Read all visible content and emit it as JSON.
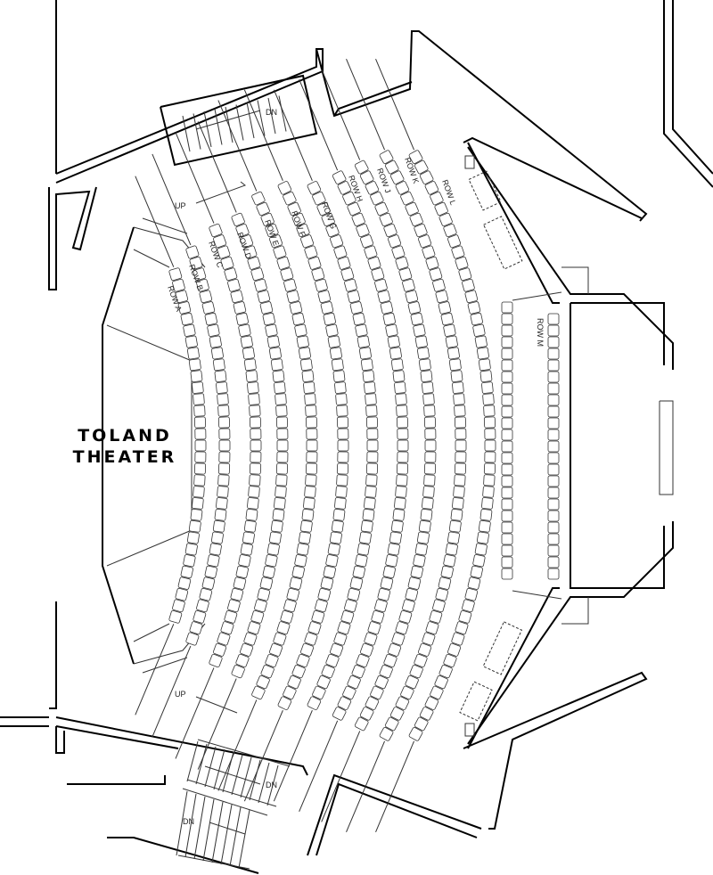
{
  "title": {
    "line1": "TOLAND",
    "line2": "THEATER"
  },
  "rows": [
    {
      "label": "ROW A"
    },
    {
      "label": "ROW B"
    },
    {
      "label": "ROW C"
    },
    {
      "label": "ROW D"
    },
    {
      "label": "ROW E"
    },
    {
      "label": "ROW F"
    },
    {
      "label": "ROW G"
    },
    {
      "label": "ROW H"
    },
    {
      "label": "ROW J"
    },
    {
      "label": "ROW K"
    },
    {
      "label": "ROW L"
    },
    {
      "label": "ROW M"
    }
  ],
  "stairs": {
    "up_top": "UP",
    "up_bottom": "UP",
    "dn_top": "DN",
    "dn_bottom1": "DN",
    "dn_bottom2": "DN"
  }
}
